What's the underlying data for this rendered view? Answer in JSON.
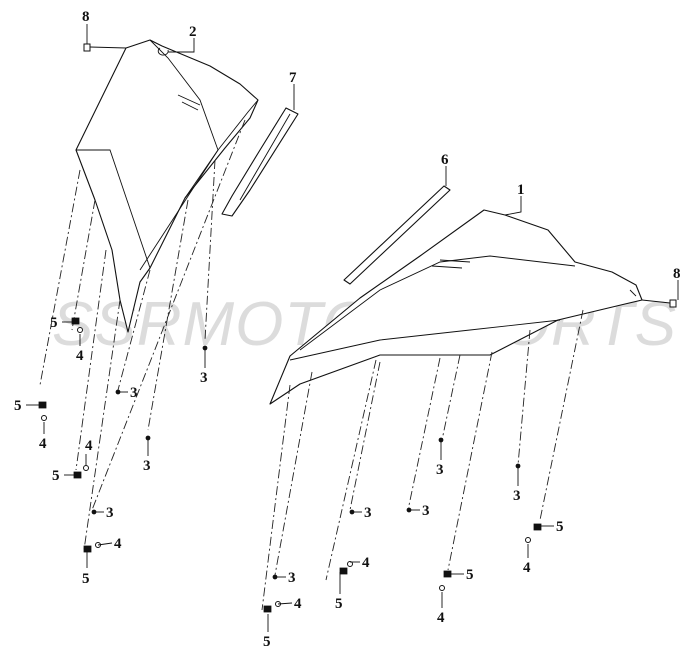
{
  "watermark": "SSRMOTORSPORTS",
  "callouts": {
    "left_cover": "2",
    "right_cover": "1",
    "left_strip": "7",
    "right_strip": "6",
    "bolt_left": "8",
    "bolt_right": "8",
    "l_clip_a": "5",
    "l_nut_a": "4",
    "l_clip_b": "5",
    "l_nut_b": "4",
    "l_clip_c": "5",
    "l_nut_c": "4",
    "l_clip_d": "4",
    "l_nut_d": "5",
    "l_rivet_a": "3",
    "l_rivet_b": "3",
    "l_rivet_c": "3",
    "l_rivet_d": "3",
    "r_rivet_a": "3",
    "r_rivet_b": "3",
    "r_rivet_c": "3",
    "r_rivet_d": "3",
    "r_rivet_e": "3",
    "r_clip_a": "4",
    "r_nut_a": "5",
    "r_clip_b": "4",
    "r_nut_b": "5",
    "r_clip_c": "5",
    "r_nut_c": "4",
    "r_clip_d": "5",
    "r_nut_d": "4"
  }
}
